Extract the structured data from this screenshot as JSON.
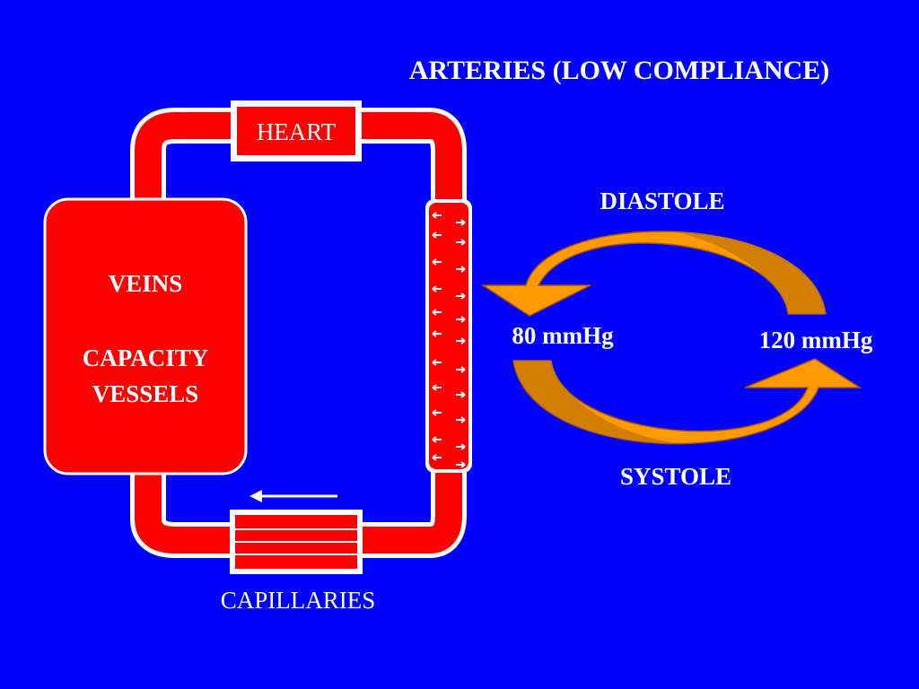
{
  "title": "ARTERIES  (LOW COMPLIANCE)",
  "heart": {
    "label": "HEART"
  },
  "veins": {
    "line1": "VEINS",
    "line2": "CAPACITY",
    "line3": "VESSELS"
  },
  "capillaries": {
    "label": "CAPILLARIES"
  },
  "cycle": {
    "diastole": "DIASTOLE",
    "systole": "SYSTOLE",
    "low_pressure": "80 mmHg",
    "high_pressure": "120 mmHg"
  },
  "colors": {
    "background": "#0000ff",
    "vessel_red": "#ff0000",
    "outline_white": "#ffffff",
    "arrow_orange": "#ff9900",
    "arrow_shade": "#cc7a00"
  }
}
